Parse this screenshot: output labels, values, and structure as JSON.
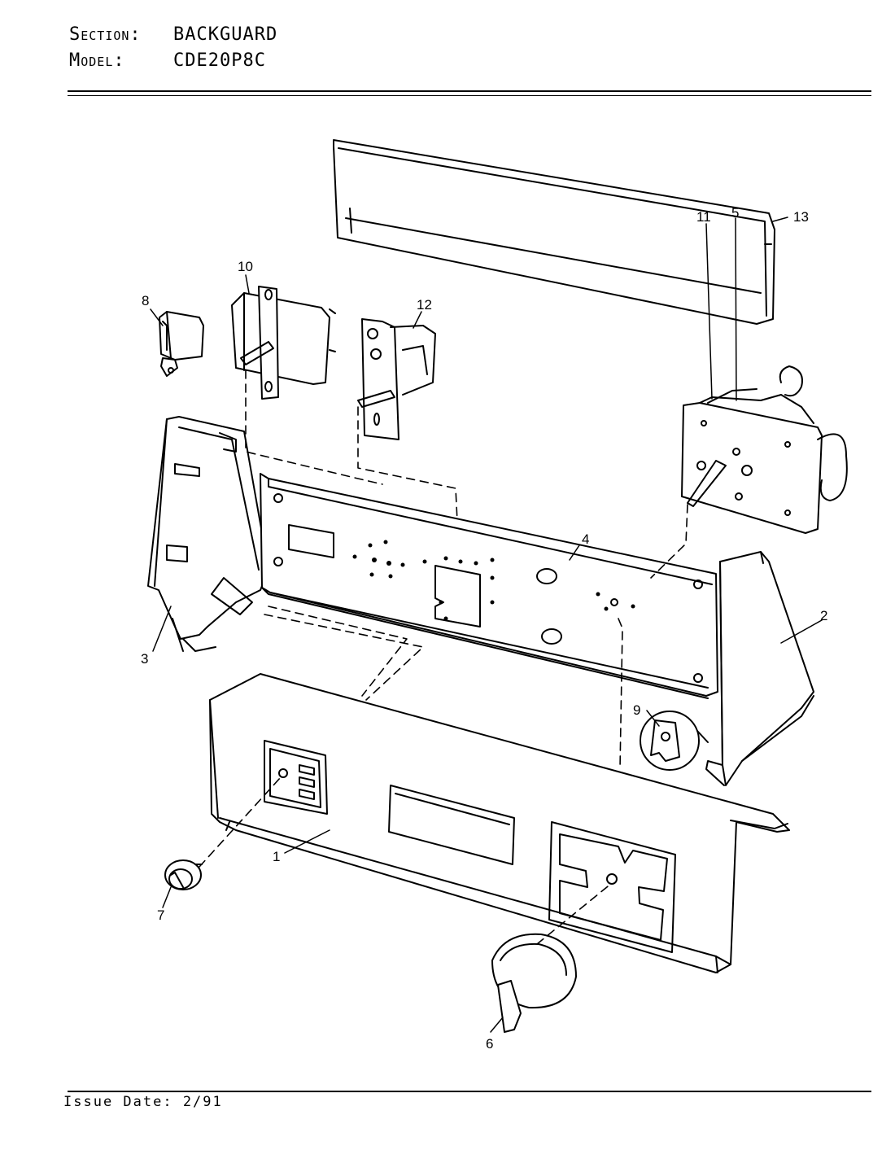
{
  "header": {
    "section_label": "Section:",
    "section_value": "BACKGUARD",
    "model_label": "Model:",
    "model_value": "CDE20P8C"
  },
  "callouts": {
    "p1": "1",
    "p2": "2",
    "p3": "3",
    "p4": "4",
    "p5": "5",
    "p6": "6",
    "p7": "7",
    "p8": "8",
    "p9": "9",
    "p10": "10",
    "p11": "11",
    "p12": "12",
    "p13": "13"
  },
  "footer": {
    "issue_date": "Issue Date: 2/91"
  }
}
